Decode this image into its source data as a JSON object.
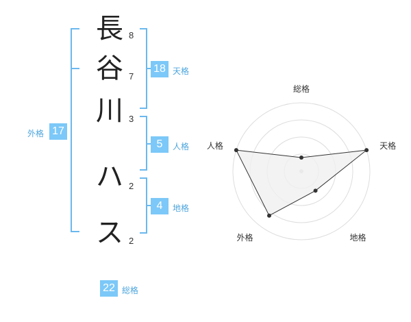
{
  "name": {
    "characters": [
      {
        "char": "長",
        "strokes": "8"
      },
      {
        "char": "谷",
        "strokes": "7"
      },
      {
        "char": "川",
        "strokes": "3"
      },
      {
        "char": "ハ",
        "strokes": "2"
      },
      {
        "char": "ス",
        "strokes": "2"
      }
    ]
  },
  "fortunes": {
    "tenkaku": {
      "value": "18",
      "label": "天格"
    },
    "jinkaku": {
      "value": "5",
      "label": "人格"
    },
    "chikaku": {
      "value": "4",
      "label": "地格"
    },
    "gaikaku": {
      "value": "17",
      "label": "外格"
    },
    "soukaku": {
      "value": "22",
      "label": "総格"
    }
  },
  "colors": {
    "accent": "#7cc8f8",
    "bracket": "#6ab8ee",
    "label": "#4ea6dd",
    "radar_fill": "#f0f0f0",
    "radar_line": "#333333",
    "ring": "#dddddd"
  },
  "chart_data": {
    "type": "radar",
    "axes": [
      "総格",
      "天格",
      "地格",
      "外格",
      "人格"
    ],
    "max": 5,
    "values": [
      1,
      5,
      1.75,
      4,
      5
    ],
    "rings": 4
  }
}
